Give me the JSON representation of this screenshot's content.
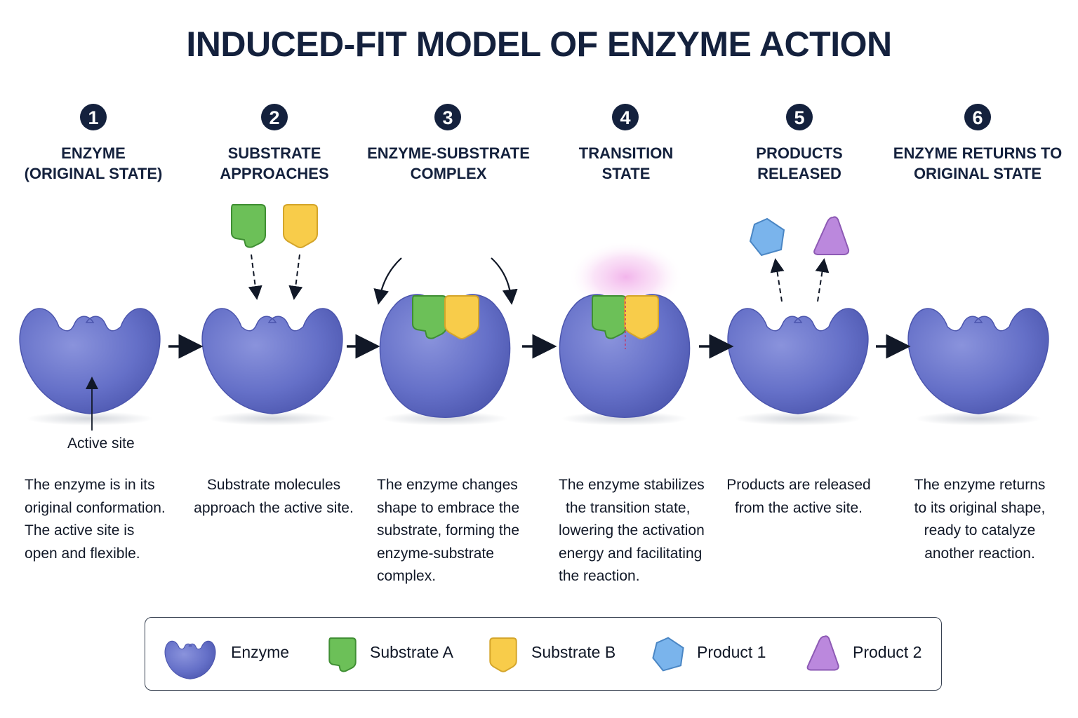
{
  "title": "INDUCED-FIT MODEL OF ENZYME ACTION",
  "steps": [
    {
      "number": "1",
      "heading": [
        "ENZYME",
        "(ORIGINAL STATE)"
      ],
      "description": [
        "The enzyme is in its",
        "original conformation.",
        "The active site is",
        "open and flexible."
      ]
    },
    {
      "number": "2",
      "heading": [
        "SUBSTRATE",
        "APPROACHES"
      ],
      "description": [
        "Substrate molecules",
        "approach the active site."
      ]
    },
    {
      "number": "3",
      "heading": [
        "ENZYME-SUBSTRATE",
        "COMPLEX"
      ],
      "description": [
        "The enzyme changes",
        "shape to embrace the",
        "substrate, forming the",
        "enzyme-substrate",
        "complex."
      ]
    },
    {
      "number": "4",
      "heading": [
        "TRANSITION",
        "STATE"
      ],
      "description": [
        "The enzyme stabilizes",
        "the transition state,",
        "lowering the activation",
        "energy and facilitating",
        "the reaction."
      ]
    },
    {
      "number": "5",
      "heading": [
        "PRODUCTS",
        "RELEASED"
      ],
      "description": [
        "Products are released",
        "from the active site."
      ]
    },
    {
      "number": "6",
      "heading": [
        "ENZYME RETURNS TO",
        "ORIGINAL STATE"
      ],
      "description": [
        "The enzyme returns",
        "to its original shape,",
        "ready to catalyze",
        "another reaction."
      ]
    }
  ],
  "active_site_label": "Active site",
  "legend": {
    "enzyme": "Enzyme",
    "substrate_a": "Substrate A",
    "substrate_b": "Substrate B",
    "product_1": "Product 1",
    "product_2": "Product 2"
  },
  "colors": {
    "title": "#14213d",
    "badge": "#14213d",
    "enzyme": "#6570c8",
    "substrate_a": "#6cc058",
    "substrate_b": "#f8cc4a",
    "product_1": "#7ab4ec",
    "product_2": "#bb88dd",
    "transition_glow": "#f0a8e8"
  }
}
